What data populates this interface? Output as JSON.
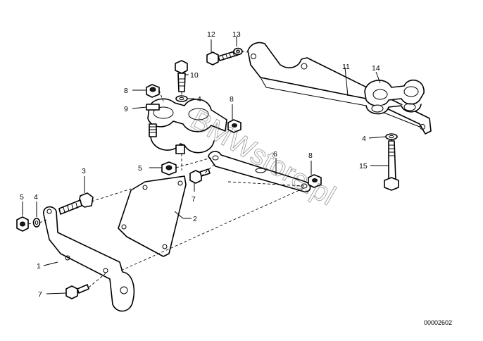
{
  "diagram": {
    "callouts": {
      "c1": "1",
      "c2": "2",
      "c3": "3",
      "c4a": "4",
      "c4b": "4",
      "c4c": "4",
      "c5a": "5",
      "c5b": "5",
      "c6": "6",
      "c7a": "7",
      "c7b": "7",
      "c8a": "8",
      "c8b": "8",
      "c8c": "8",
      "c9": "9",
      "c10": "10",
      "c11": "11",
      "c12": "12",
      "c13": "13",
      "c14": "14",
      "c15": "15"
    },
    "watermark": "BMWstore.pl",
    "document_number": "00002602"
  }
}
